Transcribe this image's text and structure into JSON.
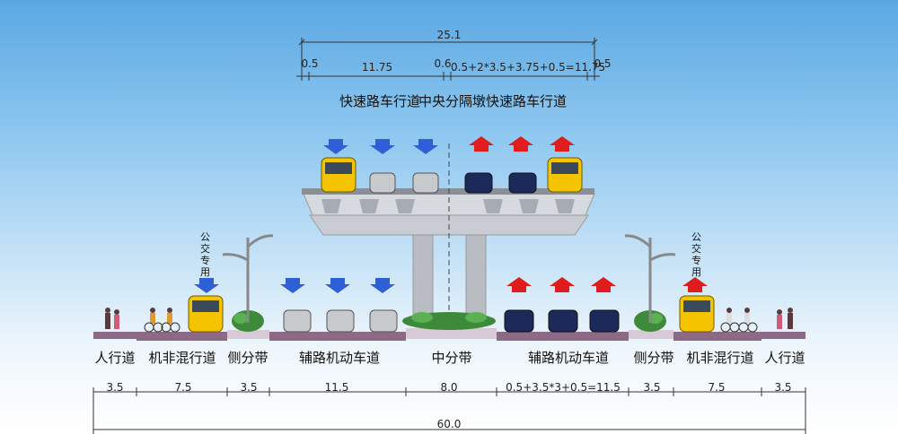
{
  "top_dims": {
    "total": "25.1",
    "edge_left": "0.5",
    "lanes_left": "11.75",
    "median": "0.6",
    "lanes_right": "0.5+2*3.5+3.75+0.5=11.75",
    "edge_right": "0.5"
  },
  "top_labels": {
    "expressway_left": "快速路车行道",
    "median": "中央分隔墩",
    "expressway_right": "快速路车行道"
  },
  "bus_only_label": "公交专用",
  "ground_labels": [
    "人行道",
    "机非混行道",
    "侧分带",
    "辅路机动车道",
    "中分带",
    "辅路机动车道",
    "侧分带",
    "机非混行道",
    "人行道"
  ],
  "ground_dims": [
    "3.5",
    "7.5",
    "3.5",
    "11.5",
    "8.0",
    "0.5+3.5*3+0.5=11.5",
    "3.5",
    "7.5",
    "3.5"
  ],
  "total_width": "60.0",
  "colors": {
    "down_arrow": "#2f5fd6",
    "up_arrow": "#e01c1c",
    "bus": "#f5c400",
    "road_strip": "#8c6a86",
    "deck": "#c9ccd2",
    "pier": "#b9bcc2"
  }
}
